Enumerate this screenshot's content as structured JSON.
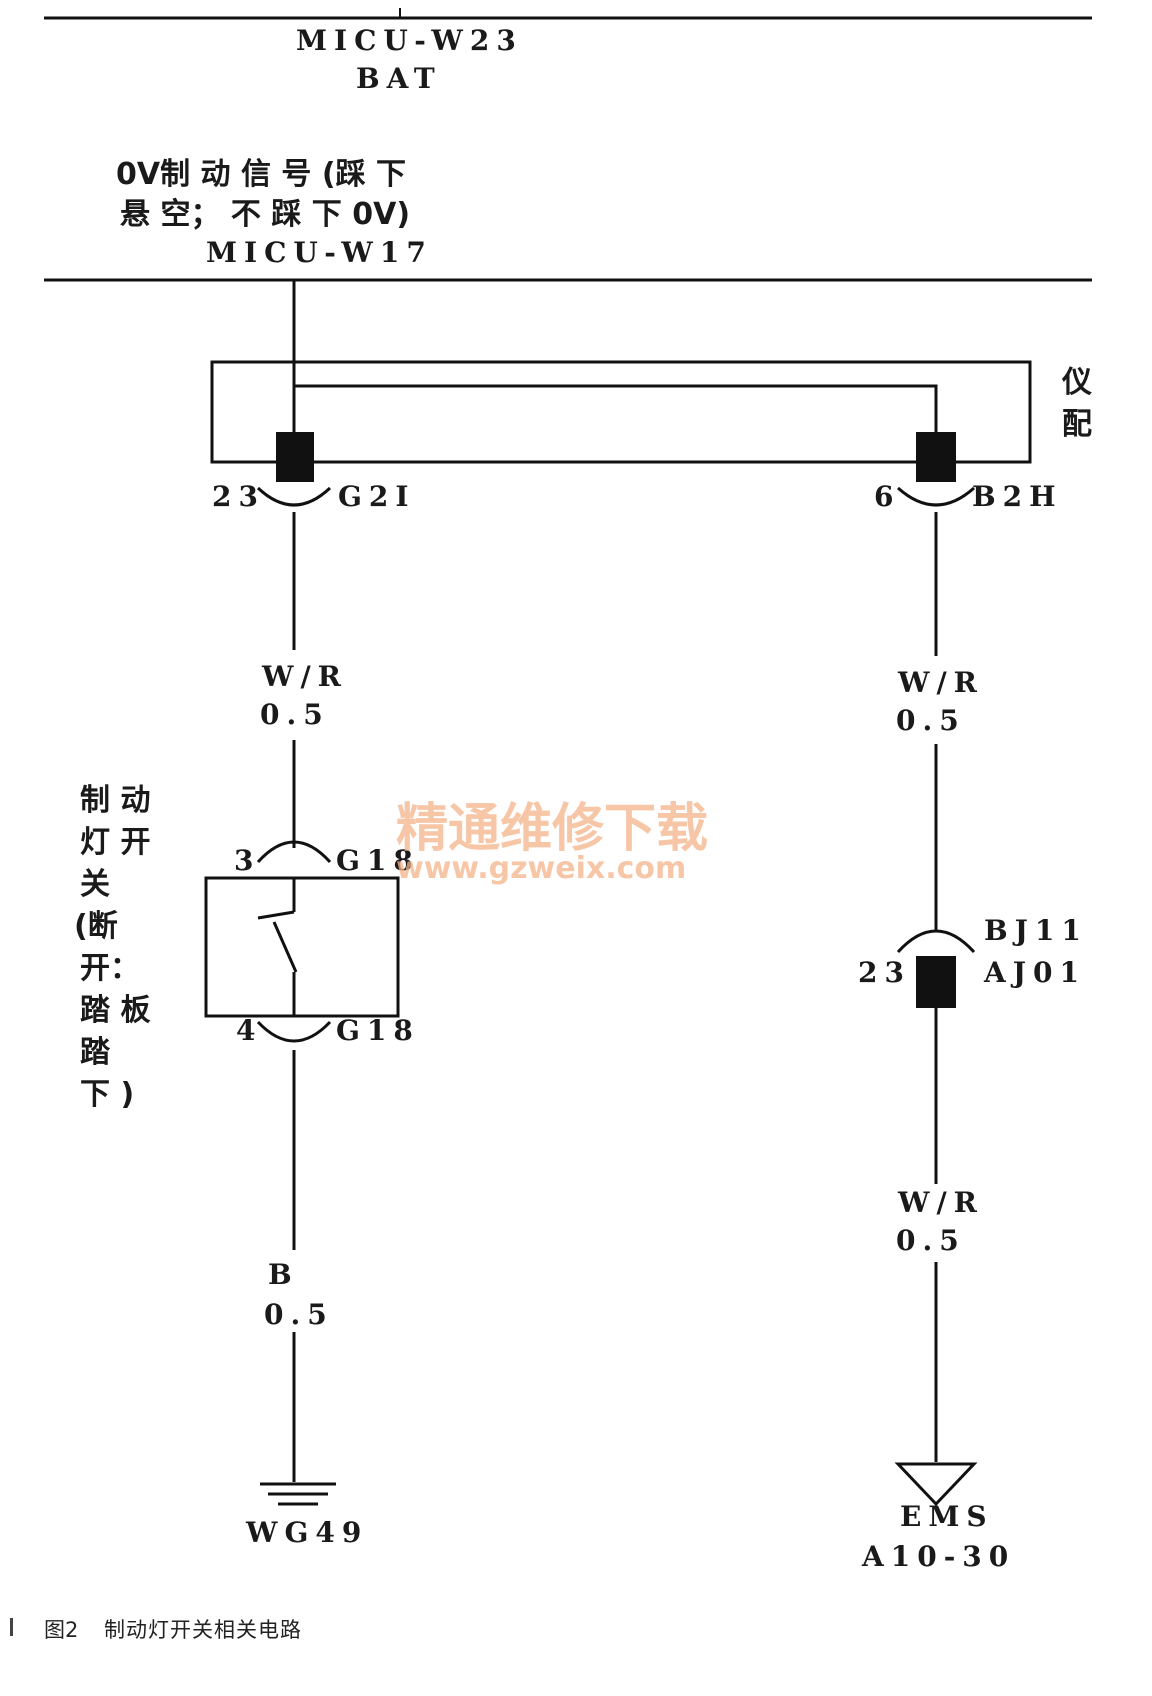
{
  "top_bus": {
    "line1": "MICU-W23",
    "line2": "BAT"
  },
  "signal_bus": {
    "line1": "0V制 动 信 号 (踩 下",
    "line2": "悬 空； 不 踩 下 0V)",
    "line3": "MICU-W17"
  },
  "instrument_box": {
    "label_line1": "仪",
    "label_line2": "配"
  },
  "left_connector": {
    "pin": "23",
    "name": "G2I"
  },
  "right_connector": {
    "pin": "6",
    "name": "B2H"
  },
  "left_wire": {
    "color": "W/R",
    "size": "0.5"
  },
  "right_wire_upper": {
    "color": "W/R",
    "size": "0.5"
  },
  "right_wire_lower": {
    "color": "W/R",
    "size": "0.5"
  },
  "brake_switch": {
    "label": [
      "制 动",
      "灯 开",
      "关",
      "(断",
      "开：",
      "踏 板",
      "踏",
      "下 )"
    ],
    "top_pin": "3",
    "top_conn": "G18",
    "bottom_pin": "4",
    "bottom_conn": "G18"
  },
  "ground_wire": {
    "color": "B",
    "size": "0.5"
  },
  "ground": {
    "name": "WG49"
  },
  "splice": {
    "pin": "23",
    "name1": "BJ11",
    "name2": "AJ01"
  },
  "ems": {
    "name": "EMS",
    "pin": "A10-30"
  },
  "watermark": {
    "line1": "精通维修下载",
    "line2": "www.gzweix.com"
  },
  "caption": {
    "figure": "图2",
    "text": "制动灯开关相关电路"
  },
  "colors": {
    "ink": "#111111",
    "watermark": "#f4b48a"
  }
}
